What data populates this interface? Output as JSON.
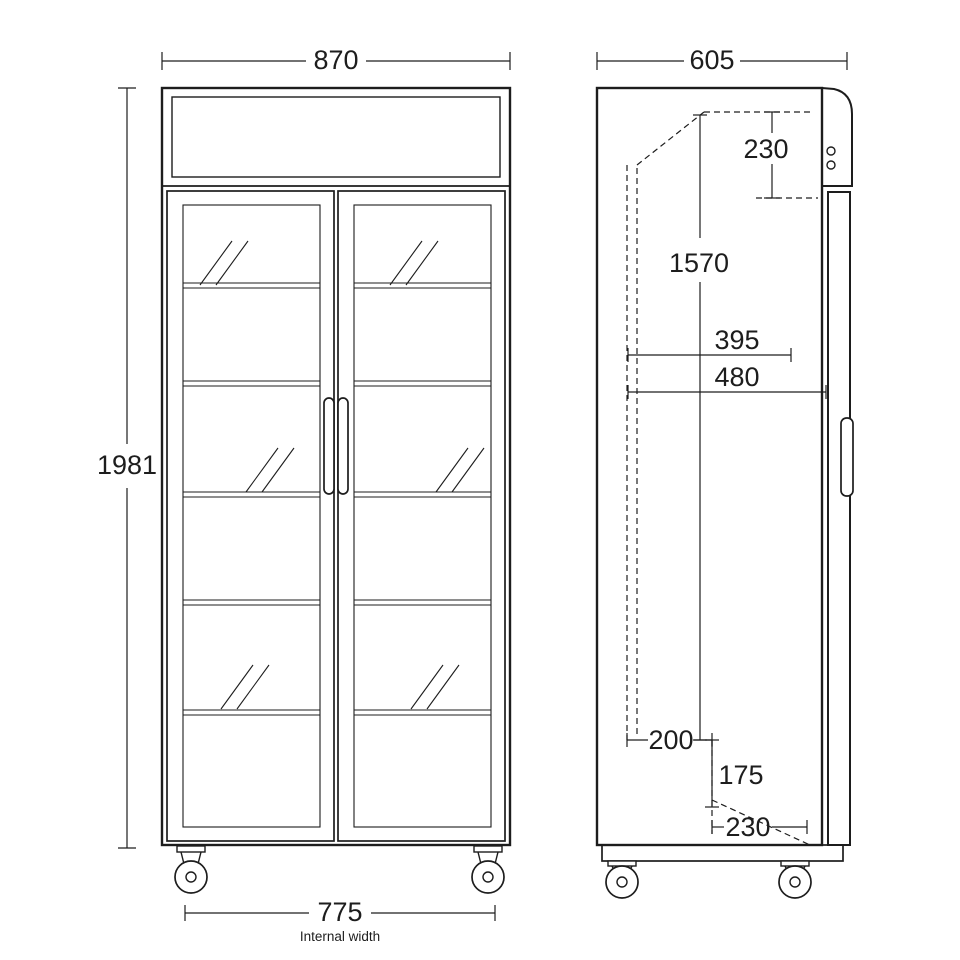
{
  "colors": {
    "background": "#ffffff",
    "line": "#1d1d1d"
  },
  "front_view": {
    "dim_width": "870",
    "dim_height": "1981",
    "dim_internal_width": "775",
    "internal_width_caption": "Internal width"
  },
  "side_view": {
    "dim_depth": "605",
    "dim_top": "230",
    "dim_interior_height": "1570",
    "dim_shelf_depth": "395",
    "dim_door_depth": "480",
    "dim_bottom_depth": "200",
    "dim_base_height": "175",
    "dim_bottom_front": "230"
  }
}
